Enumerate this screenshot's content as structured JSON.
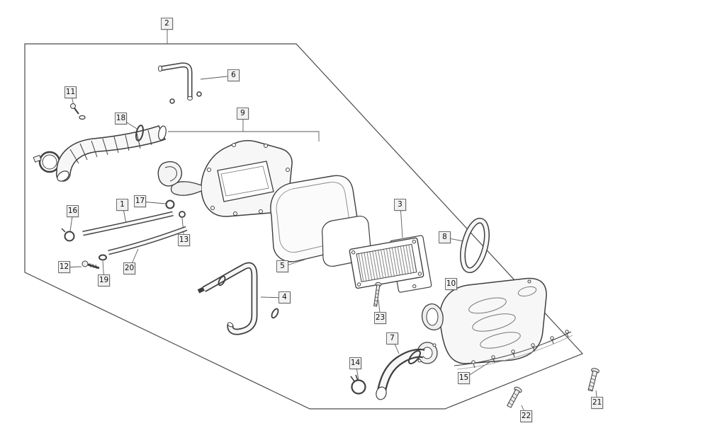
{
  "diagram": {
    "kind": "exploded-parts-diagram",
    "subject": "air-cleaner-assembly",
    "background": "#ffffff",
    "line_color": "#3f3f3f",
    "callout_box_fill": "#f1f1f1",
    "callout_box_border": "#6f6f6f"
  },
  "callouts": [
    {
      "num": "1",
      "part": "pipe"
    },
    {
      "num": "2",
      "part": "air-cleaner-assembly"
    },
    {
      "num": "3",
      "part": "air-filter-element"
    },
    {
      "num": "4",
      "part": "breather-pipe"
    },
    {
      "num": "5",
      "part": "filter-sponge"
    },
    {
      "num": "6",
      "part": "pipe"
    },
    {
      "num": "7",
      "part": "intake-elbow-hose"
    },
    {
      "num": "8",
      "part": "gasket-ring"
    },
    {
      "num": "9",
      "part": "air-cleaner-case"
    },
    {
      "num": "10",
      "part": "air-cleaner-cover"
    },
    {
      "num": "11",
      "part": "screw"
    },
    {
      "num": "12",
      "part": "screw"
    },
    {
      "num": "13",
      "part": "ring"
    },
    {
      "num": "14",
      "part": "spring-clamp"
    },
    {
      "num": "15",
      "part": "screw"
    },
    {
      "num": "16",
      "part": "clamp"
    },
    {
      "num": "17",
      "part": "ring"
    },
    {
      "num": "18",
      "part": "hose-clamp"
    },
    {
      "num": "19",
      "part": "grommet"
    },
    {
      "num": "20",
      "part": "pipe"
    },
    {
      "num": "21",
      "part": "screw"
    },
    {
      "num": "22",
      "part": "screw"
    },
    {
      "num": "23",
      "part": "screw"
    }
  ]
}
